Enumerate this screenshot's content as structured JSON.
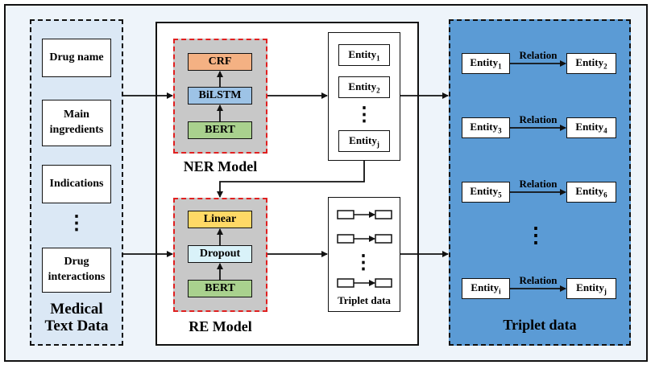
{
  "medical_text": {
    "items": [
      "Drug name",
      "Main ingredients",
      "Indications",
      "Drug interactions"
    ],
    "ellipsis": "⋮",
    "title_line1": "Medical",
    "title_line2": "Text Data"
  },
  "ner_model": {
    "label": "NER Model",
    "layers": [
      "CRF",
      "BiLSTM",
      "BERT"
    ]
  },
  "re_model": {
    "label": "RE Model",
    "layers": [
      "Linear",
      "Dropout",
      "BERT"
    ]
  },
  "entity_list": [
    {
      "base": "Entity",
      "sub": "1"
    },
    {
      "base": "Entity",
      "sub": "2"
    },
    {
      "base": "Entity",
      "sub": "j"
    }
  ],
  "entity_ellipsis": "⋮",
  "triplet_caption": "Triplet data",
  "triplet_ellipsis": "⋮",
  "triplet_panel": {
    "title": "Triplet data",
    "ellipsis": "⋮",
    "rows": [
      {
        "head": {
          "base": "Entity",
          "sub": "1"
        },
        "relation": "Relation",
        "tail": {
          "base": "Entity",
          "sub": "2"
        }
      },
      {
        "head": {
          "base": "Entity",
          "sub": "3"
        },
        "relation": "Relation",
        "tail": {
          "base": "Entity",
          "sub": "4"
        }
      },
      {
        "head": {
          "base": "Entity",
          "sub": "5"
        },
        "relation": "Relation",
        "tail": {
          "base": "Entity",
          "sub": "6"
        }
      },
      {
        "head": {
          "base": "Entity",
          "sub": "i"
        },
        "relation": "Relation",
        "tail": {
          "base": "Entity",
          "sub": "j"
        }
      }
    ]
  },
  "colors": {
    "crf": "#f4b183",
    "bilstm": "#9dc3e6",
    "bert": "#a9d18e",
    "linear": "#ffd966",
    "dropout": "#d9f2f9",
    "model_bg": "#c8c8c8",
    "red_dash": "#e02020",
    "medical_bg": "#dbe8f5",
    "triplet_bg": "#5b9bd5"
  }
}
